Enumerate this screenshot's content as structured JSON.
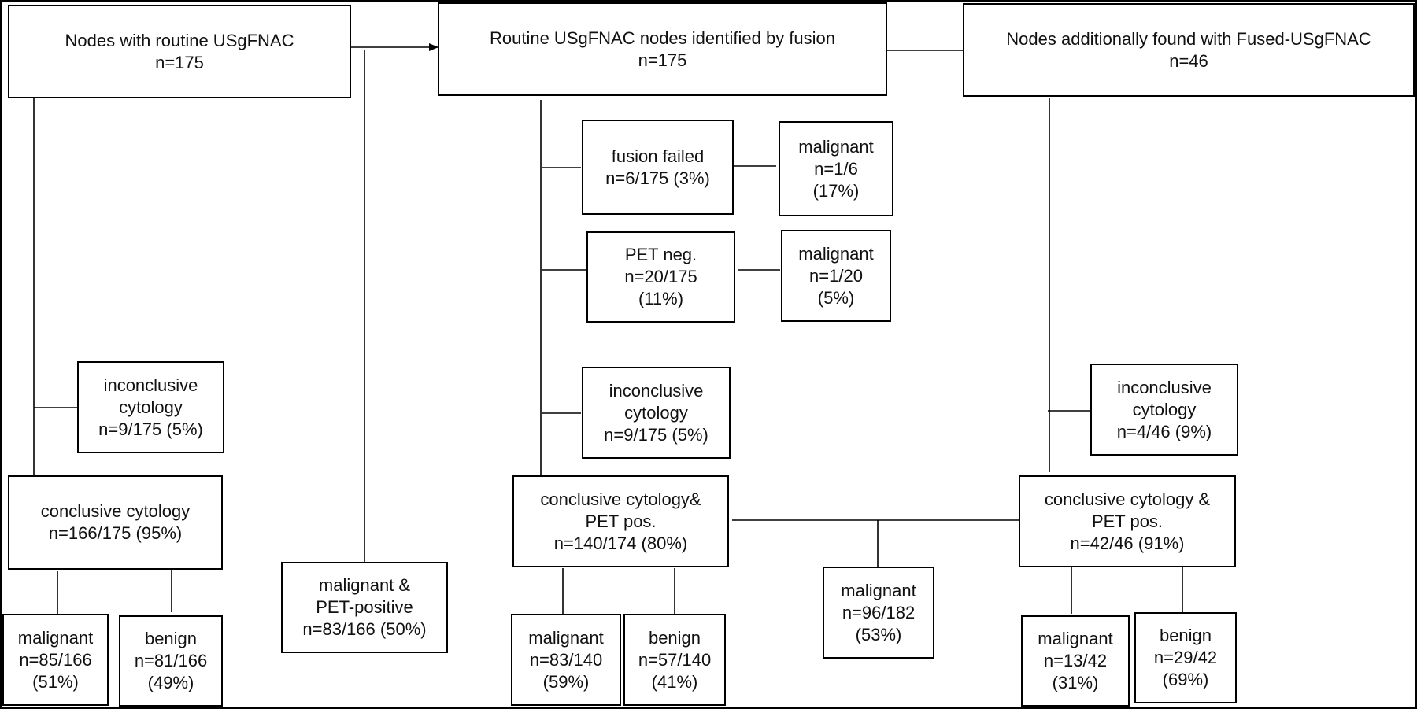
{
  "boxes": {
    "routine": [
      "Nodes with routine USgFNAC",
      "n=175"
    ],
    "fusion_identified": [
      "Routine USgFNAC nodes identified by fusion",
      "n=175"
    ],
    "additional": [
      "Nodes additionally found with Fused-USgFNAC",
      "n=46"
    ],
    "fusion_failed": [
      "fusion failed",
      "n=6/175 (3%)"
    ],
    "ff_malignant": [
      "malignant",
      "n=1/6",
      "(17%)"
    ],
    "pet_neg": [
      "PET neg.",
      "n=20/175",
      "(11%)"
    ],
    "pn_malignant": [
      "malignant",
      "n=1/20",
      "(5%)"
    ],
    "l_inconclusive": [
      "inconclusive",
      "cytology",
      "n=9/175 (5%)"
    ],
    "m_inconclusive": [
      "inconclusive",
      "cytology",
      "n=9/175 (5%)"
    ],
    "r_inconclusive": [
      "inconclusive",
      "cytology",
      "n=4/46 (9%)"
    ],
    "l_conclusive": [
      "conclusive cytology",
      "n=166/175 (95%)"
    ],
    "m_conclusive": [
      "conclusive cytology&",
      "PET pos.",
      "n=140/174 (80%)"
    ],
    "r_conclusive": [
      "conclusive cytology &",
      "PET pos.",
      "n=42/46 (91%)"
    ],
    "mal_pet_pos": [
      "malignant &",
      "PET-positive",
      "n=83/166 (50%)"
    ],
    "l_malignant": [
      "malignant",
      "n=85/166",
      "(51%)"
    ],
    "l_benign": [
      "benign",
      "n=81/166",
      "(49%)"
    ],
    "m_malignant": [
      "malignant",
      "n=83/140",
      "(59%)"
    ],
    "m_benign": [
      "benign",
      "n=57/140",
      "(41%)"
    ],
    "combined_malignant": [
      "malignant",
      "n=96/182",
      "(53%)"
    ],
    "r_malignant": [
      "malignant",
      "n=13/42",
      "(31%)"
    ],
    "r_benign": [
      "benign",
      "n=29/42",
      "(69%)"
    ]
  }
}
